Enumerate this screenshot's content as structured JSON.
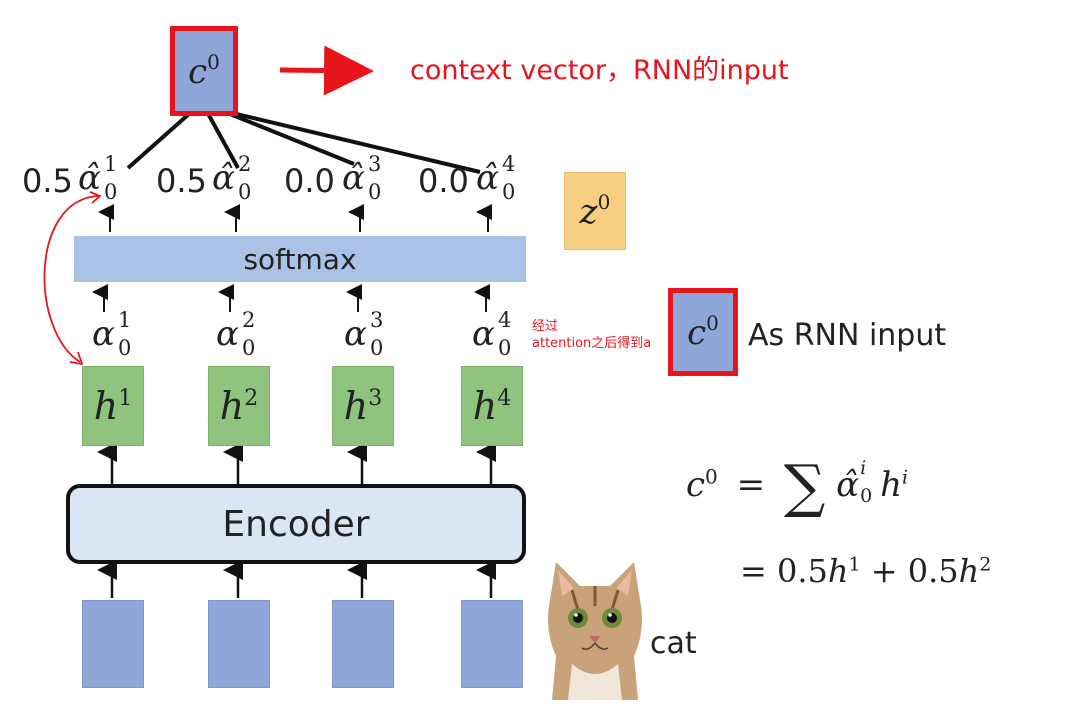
{
  "top_context": {
    "label": "c",
    "sup": "0",
    "annotation": "context vector，RNN的input"
  },
  "weights": [
    {
      "value": "0.5",
      "label": "α̂",
      "sup": "1",
      "sub": "0"
    },
    {
      "value": "0.5",
      "label": "α̂",
      "sup": "2",
      "sub": "0"
    },
    {
      "value": "0.0",
      "label": "α̂",
      "sup": "3",
      "sub": "0"
    },
    {
      "value": "0.0",
      "label": "α̂",
      "sup": "4",
      "sub": "0"
    }
  ],
  "softmax_label": "softmax",
  "z_box": {
    "label": "z",
    "sup": "0"
  },
  "alphas": [
    {
      "label": "α",
      "sup": "1",
      "sub": "0"
    },
    {
      "label": "α",
      "sup": "2",
      "sub": "0"
    },
    {
      "label": "α",
      "sup": "3",
      "sub": "0"
    },
    {
      "label": "α",
      "sup": "4",
      "sub": "0"
    }
  ],
  "attention_note": {
    "line1": "经过",
    "line2": "attention之后得到a"
  },
  "rnn_input": {
    "label": "c",
    "sup": "0",
    "text": "As RNN input"
  },
  "hidden": [
    {
      "label": "h",
      "sup": "1"
    },
    {
      "label": "h",
      "sup": "2"
    },
    {
      "label": "h",
      "sup": "3"
    },
    {
      "label": "h",
      "sup": "4"
    }
  ],
  "encoder_label": "Encoder",
  "formula": {
    "lhs": "c",
    "lhs_sup": "0",
    "eq": "=",
    "sum": "∑",
    "term": "α̂",
    "term_sup": "i",
    "term_sub": "0",
    "h": "h",
    "h_sup": "i",
    "line2_eq": "=",
    "line2_a": "0.5",
    "line2_h1": "h",
    "line2_h1_sup": "1",
    "line2_plus": "+",
    "line2_b": "0.5",
    "line2_h2": "h",
    "line2_h2_sup": "2"
  },
  "cat_label": "cat",
  "colors": {
    "red": "#e8141c",
    "green_box": "#8fc47e",
    "blue_box": "#8ea6d8",
    "softmax": "#a9c2e6",
    "z_box": "#f6cf83",
    "encoder": "#dbe6f5"
  }
}
